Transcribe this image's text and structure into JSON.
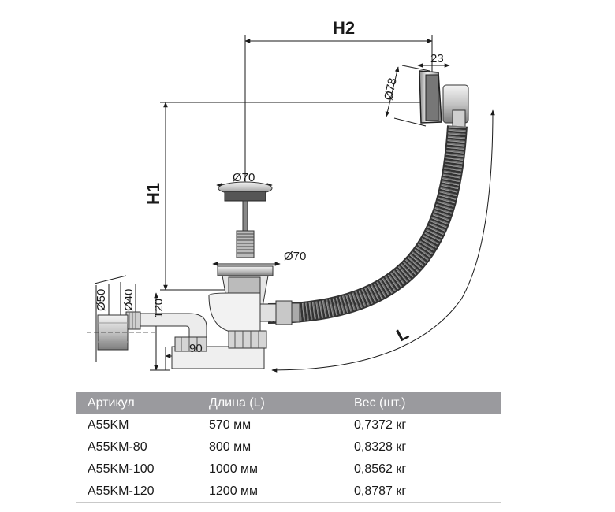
{
  "dimensions": {
    "h2": "H2",
    "h1": "H1",
    "d23": "23",
    "d78": "Ø78",
    "d70_top": "Ø70",
    "d70_mid": "Ø70",
    "d50": "Ø50",
    "d40": "Ø40",
    "d120": "120",
    "d90": "90",
    "length": "L"
  },
  "table": {
    "headers": [
      "Артикул",
      "Длина (L)",
      "Вес (шт.)"
    ],
    "rows": [
      [
        "A55KM",
        "570 мм",
        "0,7372 кг"
      ],
      [
        "A55KM-80",
        "800 мм",
        "0,8328 кг"
      ],
      [
        "A55KM-100",
        "1000 мм",
        "0,8562 кг"
      ],
      [
        "A55KM-120",
        "1200 мм",
        "0,8787 кг"
      ]
    ]
  }
}
